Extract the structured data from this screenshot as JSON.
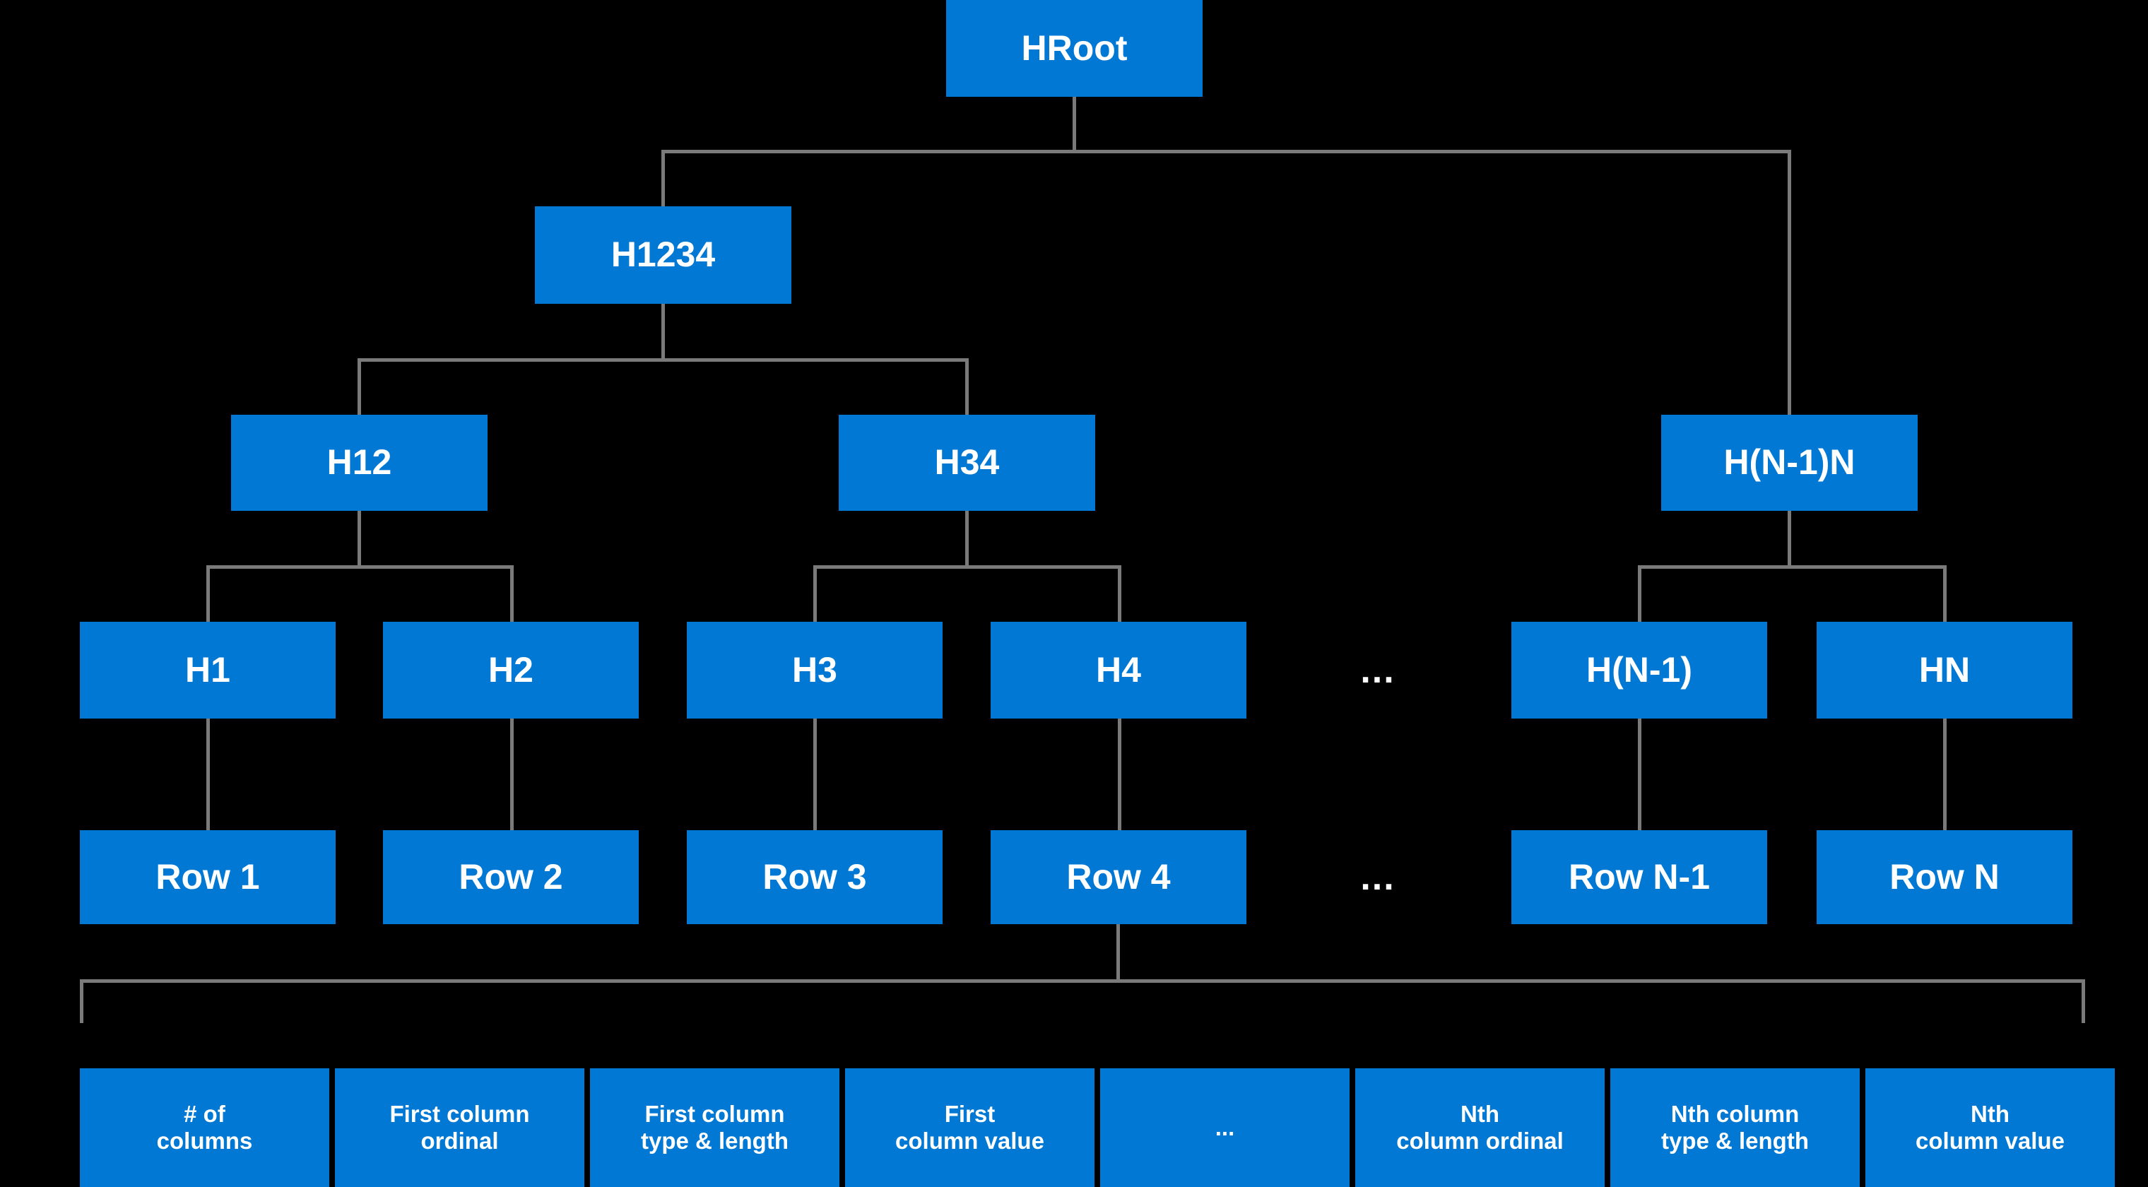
{
  "diagram": {
    "title": "B-tree style index structure over table rows",
    "background_color": "#000000",
    "node_color": "#0078D4",
    "node_text_color": "#FFFFFF",
    "connector_color": "#7A7A7A",
    "ellipsis_text": "..."
  },
  "levels": {
    "root": [
      {
        "id": "hroot",
        "label": "HRoot"
      }
    ],
    "level2": [
      {
        "id": "h1234",
        "label": "H1234"
      }
    ],
    "level3": [
      {
        "id": "h12",
        "label": "H12"
      },
      {
        "id": "h34",
        "label": "H34"
      },
      {
        "id": "hn1n",
        "label": "H(N-1)N"
      }
    ],
    "level4": [
      {
        "id": "h1",
        "label": "H1"
      },
      {
        "id": "h2",
        "label": "H2"
      },
      {
        "id": "h3",
        "label": "H3"
      },
      {
        "id": "h4",
        "label": "H4"
      },
      {
        "id": "hn1",
        "label": "H(N-1)"
      },
      {
        "id": "hn",
        "label": "HN"
      }
    ],
    "level4_ellipsis": "...",
    "rows": [
      {
        "id": "row1",
        "label": "Row 1"
      },
      {
        "id": "row2",
        "label": "Row 2"
      },
      {
        "id": "row3",
        "label": "Row 3"
      },
      {
        "id": "row4",
        "label": "Row 4"
      },
      {
        "id": "rown1",
        "label": "Row N-1"
      },
      {
        "id": "rown",
        "label": "Row N"
      }
    ],
    "rows_ellipsis": "...",
    "columns": [
      {
        "id": "col-count",
        "label": "# of\ncolumns"
      },
      {
        "id": "col-first-ordinal",
        "label": "First column\nordinal"
      },
      {
        "id": "col-first-type",
        "label": "First column\ntype & length"
      },
      {
        "id": "col-first-value",
        "label": "First\ncolumn value"
      },
      {
        "id": "col-ellipsis",
        "label": "..."
      },
      {
        "id": "col-nth-ordinal",
        "label": "Nth\ncolumn ordinal"
      },
      {
        "id": "col-nth-type",
        "label": "Nth column\ntype & length"
      },
      {
        "id": "col-nth-value",
        "label": "Nth\ncolumn value"
      }
    ]
  }
}
